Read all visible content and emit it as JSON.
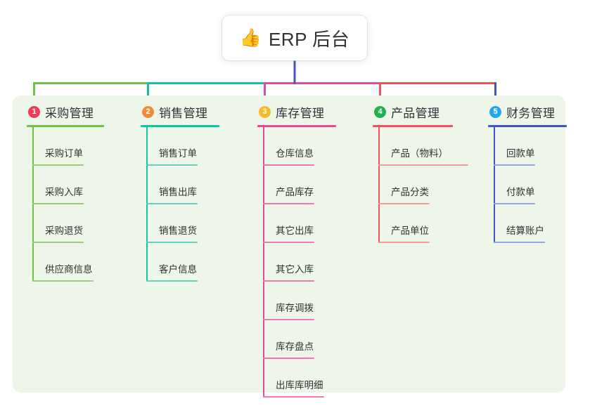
{
  "root": {
    "emoji": "👍",
    "emoji_name": "thumbs-up-icon",
    "title": "ERP 后台"
  },
  "colors": {
    "panel_background": "#eef6e9",
    "page_background": "#ffffff",
    "root_stem": "#4a55c4",
    "text": "#303133"
  },
  "branches": [
    {
      "number": "1",
      "label": "采购管理",
      "badge_color": "#ef3b5b",
      "line_color": "#73c049",
      "leaf_color": "#9ccb7a",
      "children": [
        {
          "label": "采购订单"
        },
        {
          "label": "采购入库"
        },
        {
          "label": "采购退货"
        },
        {
          "label": "供应商信息"
        }
      ]
    },
    {
      "number": "2",
      "label": "销售管理",
      "badge_color": "#f28c3a",
      "line_color": "#0ec5a4",
      "leaf_color": "#66cfc0",
      "children": [
        {
          "label": "销售订单"
        },
        {
          "label": "销售出库"
        },
        {
          "label": "销售退货"
        },
        {
          "label": "客户信息"
        }
      ]
    },
    {
      "number": "3",
      "label": "库存管理",
      "badge_color": "#f5bc2a",
      "line_color": "#e8479c",
      "leaf_color": "#ef78b4",
      "children": [
        {
          "label": "仓库信息"
        },
        {
          "label": "产品库存"
        },
        {
          "label": "其它出库"
        },
        {
          "label": "其它入库"
        },
        {
          "label": "库存调拨"
        },
        {
          "label": "库存盘点"
        },
        {
          "label": "出库库明细"
        }
      ]
    },
    {
      "number": "4",
      "label": "产品管理",
      "badge_color": "#22b24c",
      "line_color": "#f4525a",
      "leaf_color": "#f59a9a",
      "children": [
        {
          "label": "产品（物料）"
        },
        {
          "label": "产品分类"
        },
        {
          "label": "产品单位"
        }
      ]
    },
    {
      "number": "5",
      "label": "财务管理",
      "badge_color": "#23a7e8",
      "line_color": "#3f56c8",
      "leaf_color": "#8fa6e0",
      "children": [
        {
          "label": "回款单"
        },
        {
          "label": "付款单"
        },
        {
          "label": "结算账户"
        }
      ]
    }
  ]
}
